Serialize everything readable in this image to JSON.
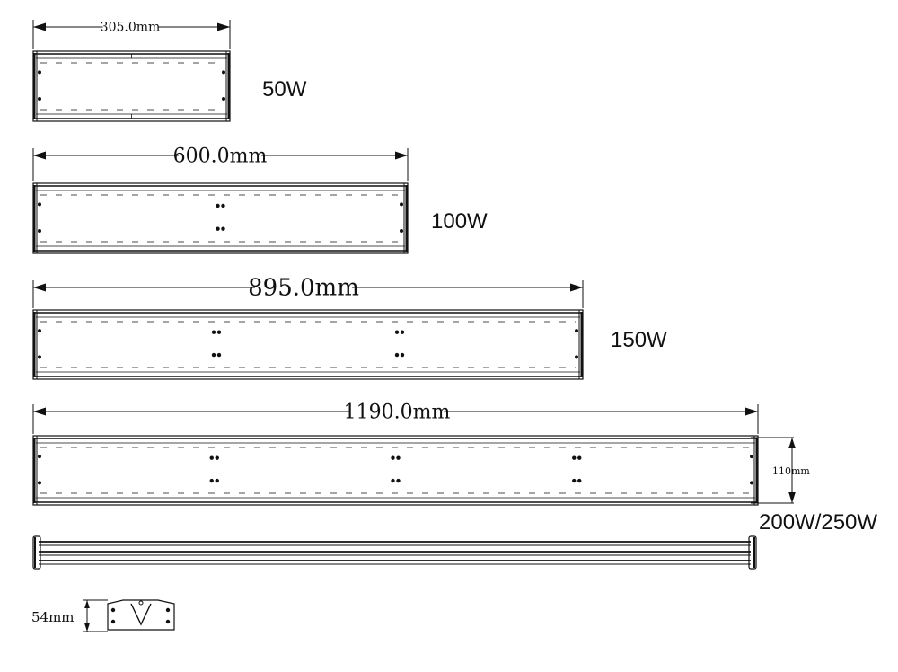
{
  "fixtures": [
    {
      "id": "f50",
      "dimension": "305.0mm",
      "wattage": "50W",
      "mounts": 0
    },
    {
      "id": "f100",
      "dimension": "600.0mm",
      "wattage": "100W",
      "mounts": 1
    },
    {
      "id": "f150",
      "dimension": "895.0mm",
      "wattage": "150W",
      "mounts": 2
    },
    {
      "id": "f200",
      "dimension": "1190.0mm",
      "wattage": "200W/250W",
      "mounts": 3
    }
  ],
  "height_dimension": "110mm",
  "depth_dimension": "54mm"
}
